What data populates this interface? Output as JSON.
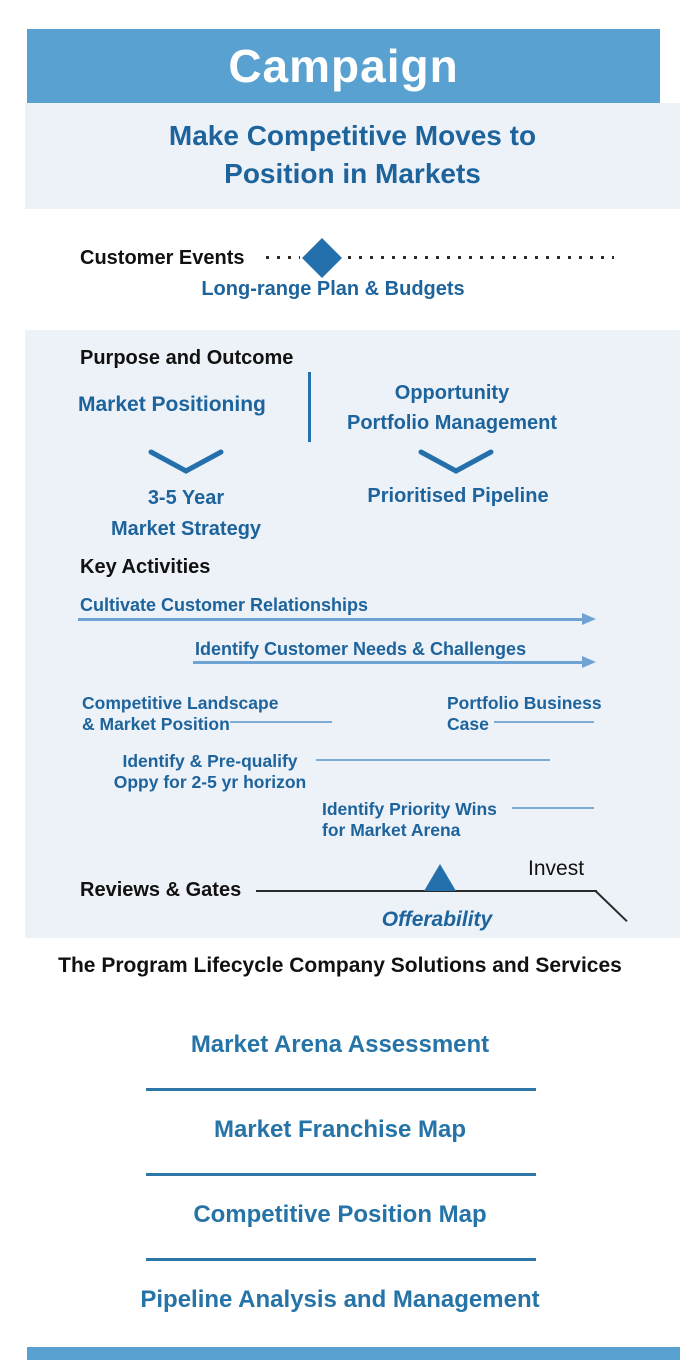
{
  "header": {
    "title": "Campaign",
    "subtitle_line1": "Make Competitive Moves to",
    "subtitle_line2": "Position in Markets"
  },
  "customer_events": {
    "label": "Customer Events",
    "event_name": "Long-range Plan & Budgets",
    "marker": "diamond-milestone"
  },
  "purpose": {
    "heading": "Purpose and Outcome",
    "left_title": "Market Positioning",
    "right_title_line1": "Opportunity",
    "right_title_line2": "Portfolio Management",
    "left_outcome_line1": "3-5 Year",
    "left_outcome_line2": "Market Strategy",
    "right_outcome": "Prioritised Pipeline"
  },
  "key_activities": {
    "heading": "Key Activities",
    "activity1": "Cultivate Customer Relationships",
    "activity2": "Identify Customer Needs & Challenges",
    "activity3_line1": "Competitive Landscape",
    "activity3_line2": "& Market  Position",
    "activity4_line1": "Portfolio Business",
    "activity4_line2": "Case",
    "activity5_line1": "Identify & Pre-qualify",
    "activity5_line2": "Oppy for 2-5 yr horizon",
    "activity6_line1": "Identify Priority Wins",
    "activity6_line2": "for Market Arena"
  },
  "reviews_gates": {
    "heading": "Reviews & Gates",
    "gate_label_top": "Invest",
    "gate_label_bottom": "Offerability",
    "marker": "triangle-gate"
  },
  "lifecycle": {
    "title": "The Program Lifecycle Company Solutions and Services",
    "items": [
      "Market Arena Assessment",
      "Market Franchise Map",
      "Competitive Position Map",
      "Pipeline Analysis and Management"
    ]
  },
  "colors": {
    "banner_blue": "#58A1D0",
    "panel_bg": "#EDF1F8",
    "dark_blue": "#1D639C",
    "accent_blue": "#2470AC",
    "line_blue": "#6FA3D4",
    "thin_line": "#7FABD2",
    "divider_blue": "#2E75A8",
    "list_blue": "#2673A7",
    "ink": "#111111"
  }
}
